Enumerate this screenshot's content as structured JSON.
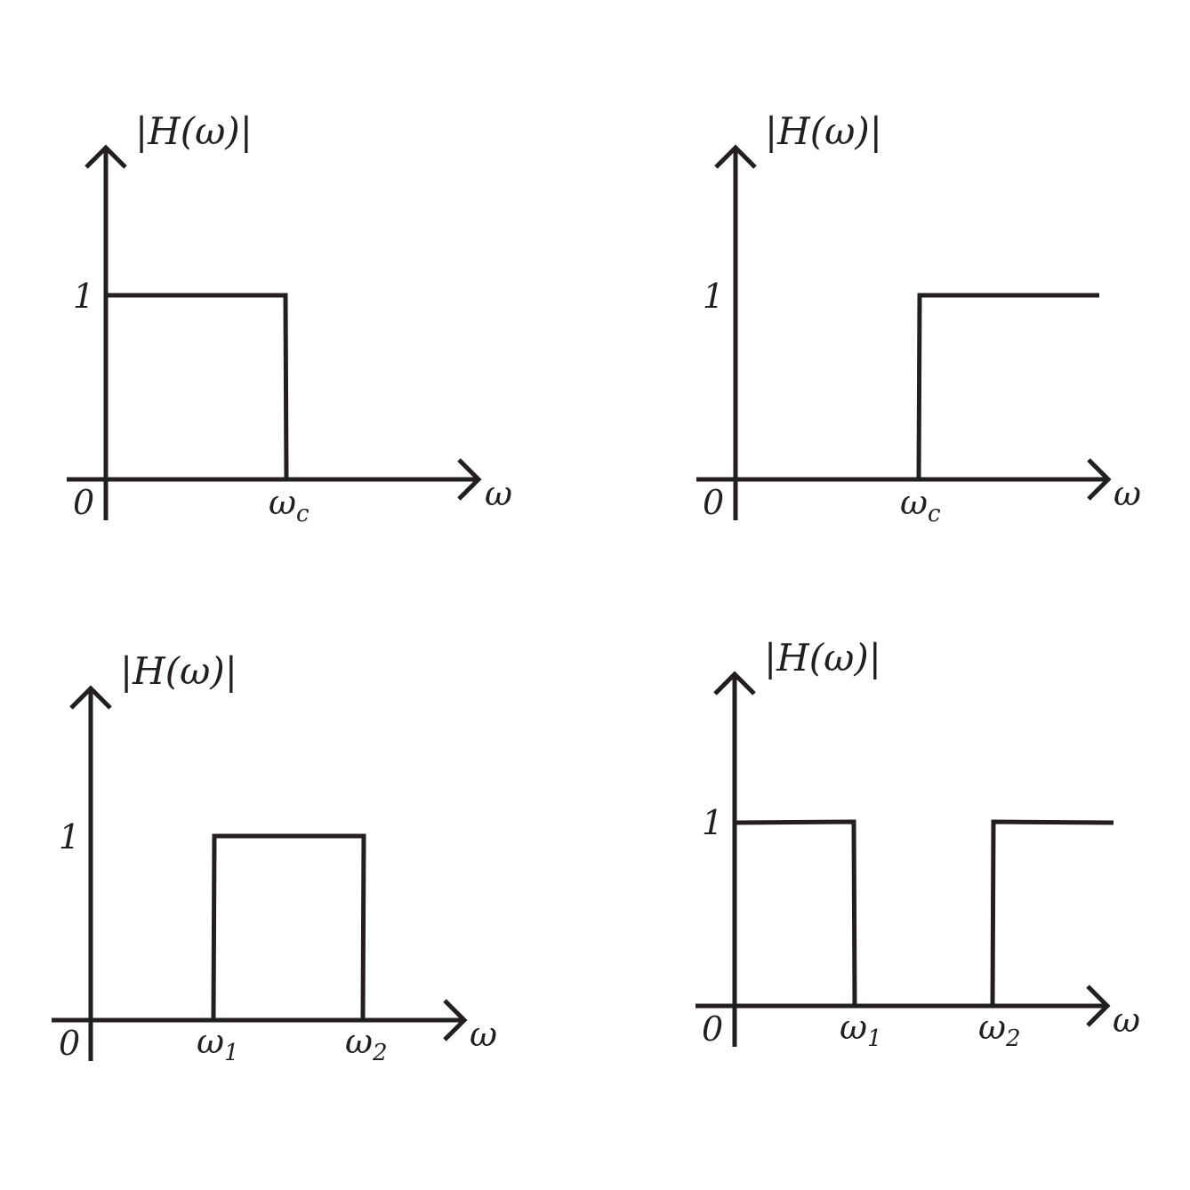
{
  "panels": [
    {
      "id": "lowpass",
      "y_label": "|H(ω)|",
      "x_label": "ω",
      "origin_label": "0",
      "level_label": "1",
      "x_ticks": [
        {
          "base": "ω",
          "sub": "c"
        }
      ]
    },
    {
      "id": "highpass",
      "y_label": "|H(ω)|",
      "x_label": "ω",
      "origin_label": "0",
      "level_label": "1",
      "x_ticks": [
        {
          "base": "ω",
          "sub": "c"
        }
      ]
    },
    {
      "id": "bandpass",
      "y_label": "|H(ω)|",
      "x_label": "ω",
      "origin_label": "0",
      "level_label": "1",
      "x_ticks": [
        {
          "base": "ω",
          "sub": "1"
        },
        {
          "base": "ω",
          "sub": "2"
        }
      ]
    },
    {
      "id": "bandstop",
      "y_label": "|H(ω)|",
      "x_label": "ω",
      "origin_label": "0",
      "level_label": "1",
      "x_ticks": [
        {
          "base": "ω",
          "sub": "1"
        },
        {
          "base": "ω",
          "sub": "2"
        }
      ]
    }
  ]
}
